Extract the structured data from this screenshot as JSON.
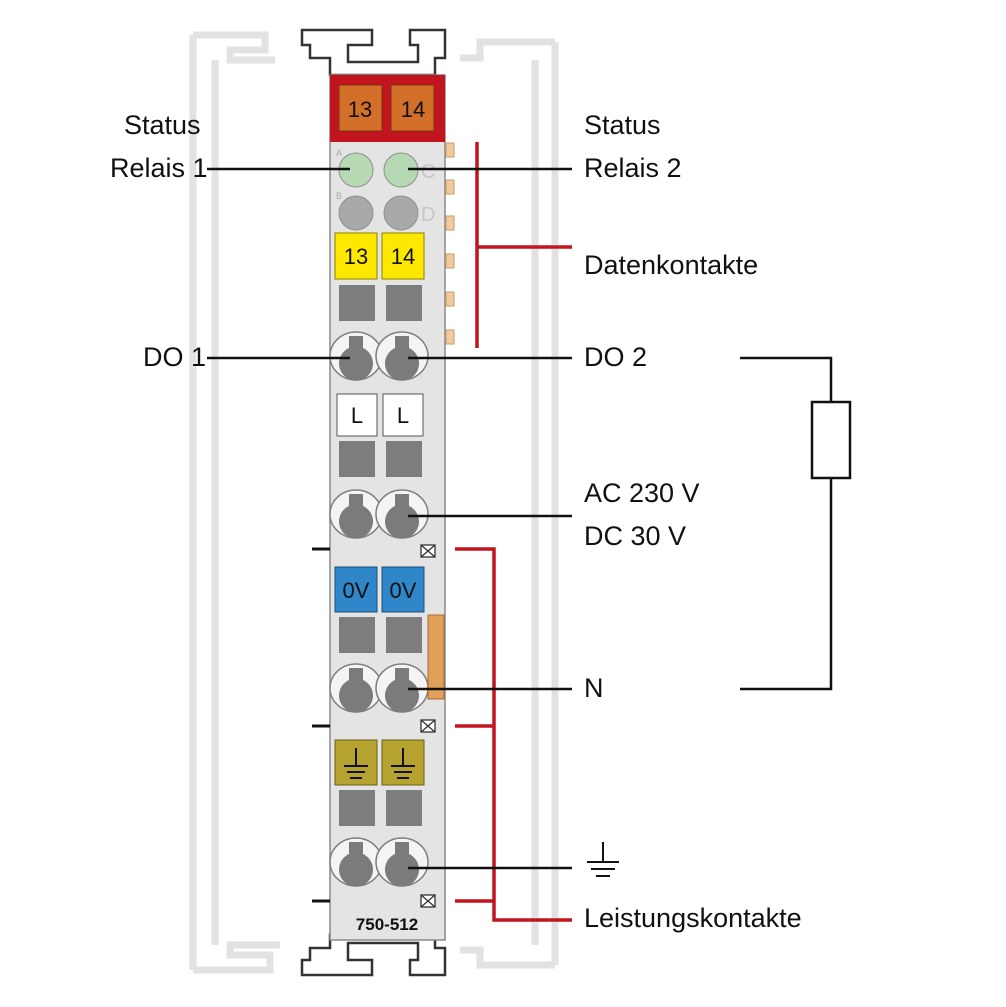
{
  "labels": {
    "status_left": "Status",
    "relais_1": "Relais 1",
    "status_right": "Status",
    "relais_2": "Relais 2",
    "datenkontakte": "Datenkontakte",
    "do1": "DO 1",
    "do2": "DO 2",
    "ac": "AC 230 V",
    "dc": "DC 30 V",
    "n": "N",
    "leistungskontakte": "Leistungskontakte"
  },
  "module": {
    "model": "750-512",
    "top_terminals": [
      "13",
      "14"
    ],
    "yellow_terminals": [
      "13",
      "14"
    ],
    "white_terminals": [
      "L",
      "L"
    ],
    "blue_terminals": [
      "0V",
      "0V"
    ],
    "led_letters": [
      "A",
      "C",
      "B",
      "D"
    ]
  },
  "icons": {
    "ground": "ground-icon",
    "load": "resistor-icon"
  },
  "colors": {
    "header_red": "#c1141e",
    "orange_terminal": "#d2702a",
    "yellow_terminal": "#ffe800",
    "blue_terminal": "#2f86c8",
    "pe_terminal": "#b5a22f",
    "led_green": "#b6d8b3",
    "module_body": "#e4e4e4",
    "gray_block": "#7d7d7d",
    "contact_orange": "#e0a05a",
    "bus_red": "#c1141e",
    "line": "#111111"
  }
}
